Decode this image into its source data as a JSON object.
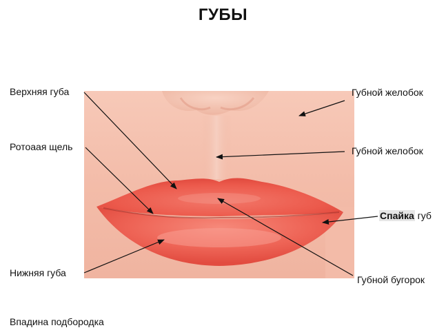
{
  "title": "ГУБЫ",
  "labels": {
    "upper_lip": "Верхняя губа",
    "oral_fissure": "Ротоаая щель",
    "lower_lip": "Нижняя губа",
    "chin_depression": "Впадина подбородка",
    "philtrum_top": "Губной желобок",
    "philtrum_mid": "Губной желобок",
    "commissure_bold": "Спайка",
    "commissure_rest": "губ",
    "tubercle": "Губной бугорок"
  }
}
